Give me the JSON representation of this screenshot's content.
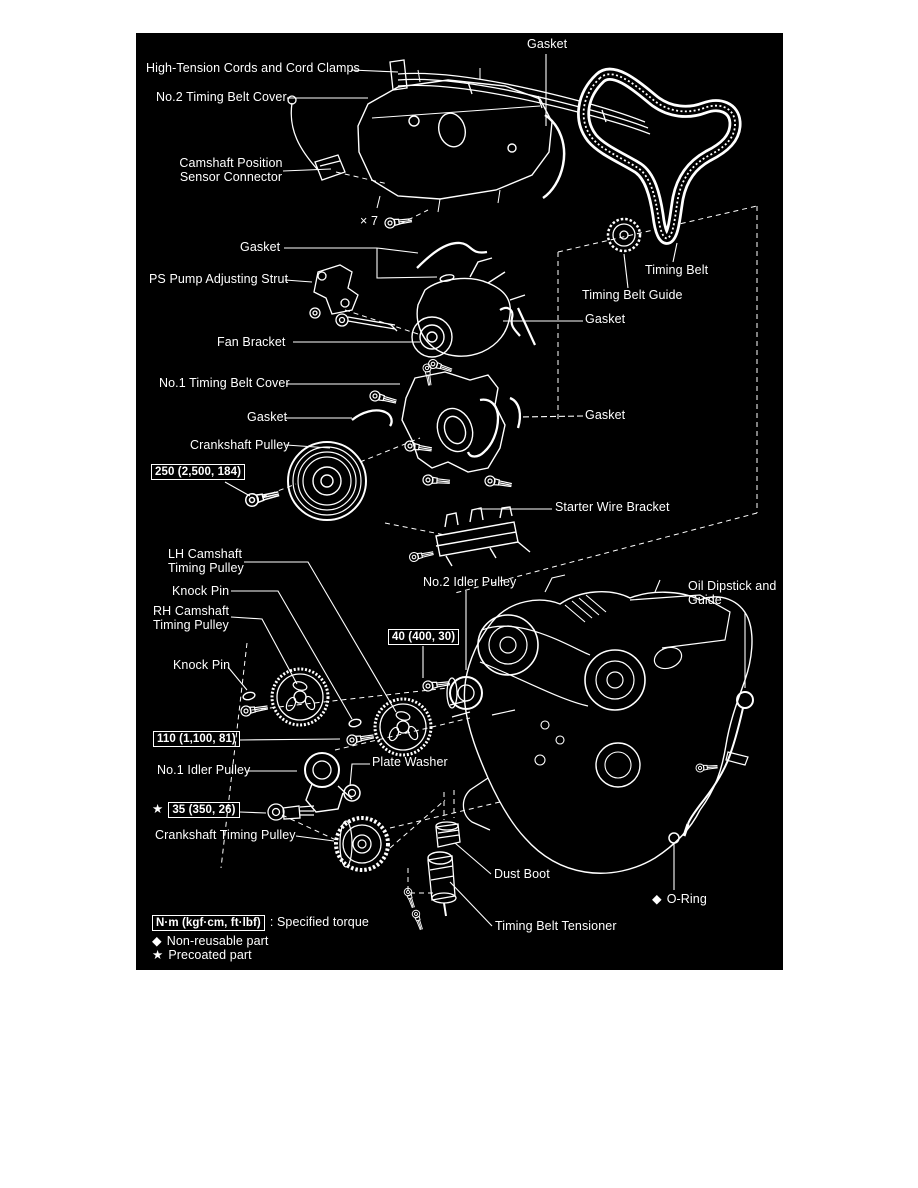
{
  "colors": {
    "page": "#ffffff",
    "panel": "#000000",
    "line": "#ffffff",
    "text": "#ffffff"
  },
  "labels": {
    "gasket_top": "Gasket",
    "high_tension": "High-Tension Cords and Cord Clamps",
    "no2_cover": "No.2 Timing Belt Cover",
    "cam_sensor_1": "Camshaft Position",
    "cam_sensor_2": "Sensor Connector",
    "x7": "× 7",
    "gasket_mid": "Gasket",
    "ps_strut": "PS Pump Adjusting Strut",
    "fan_bracket": "Fan Bracket",
    "timing_belt": "Timing Belt",
    "belt_guide": "Timing Belt Guide",
    "gasket_right1": "Gasket",
    "no1_cover": "No.1 Timing Belt Cover",
    "gasket_left2": "Gasket",
    "crank_pulley": "Crankshaft Pulley",
    "gasket_right2": "Gasket",
    "starter_bracket": "Starter Wire Bracket",
    "lh_cam_1": "LH Camshaft",
    "lh_cam_2": "Timing Pulley",
    "knock_pin_1": "Knock Pin",
    "rh_cam_1": "RH Camshaft",
    "rh_cam_2": "Timing Pulley",
    "knock_pin_2": "Knock Pin",
    "no2_idler": "No.2 Idler Pulley",
    "oil_dipstick_1": "Oil Dipstick and",
    "oil_dipstick_2": "Guide",
    "no1_idler": "No.1 Idler Pulley",
    "plate_washer": "Plate Washer",
    "crank_timing_pulley": "Crankshaft Timing Pulley",
    "dust_boot": "Dust Boot",
    "o_ring_bullet": "◆",
    "o_ring": "O-Ring",
    "tensioner": "Timing Belt Tensioner"
  },
  "torques": {
    "crank_pulley_bolt": "250 (2,500, 184)",
    "idler2_bolt": "40 (400, 30)",
    "cam_bolt": "110 (1,100, 81)",
    "idler1_star": "★",
    "idler1_bolt": "35 (350, 26)"
  },
  "legend": {
    "unit_box": "N·m (kgf·cm, ft·lbf)",
    "unit_desc": ": Specified torque",
    "non_reusable_bullet": "◆",
    "non_reusable": "Non-reusable part",
    "precoated_bullet": "★",
    "precoated": "Precoated part"
  }
}
